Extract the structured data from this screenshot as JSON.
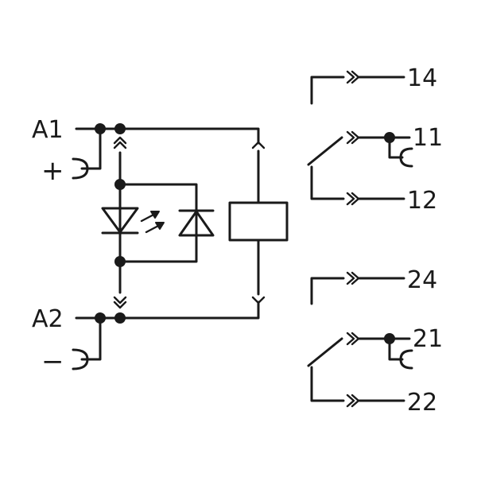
{
  "labels": {
    "a1": "A1",
    "a2": "A2",
    "plus": "+",
    "minus": "−",
    "t14": "14",
    "t11": "11",
    "t12": "12",
    "t24": "24",
    "t21": "21",
    "t22": "22"
  },
  "colors": {
    "ink": "#1a1a1a",
    "background": "#ffffff"
  }
}
